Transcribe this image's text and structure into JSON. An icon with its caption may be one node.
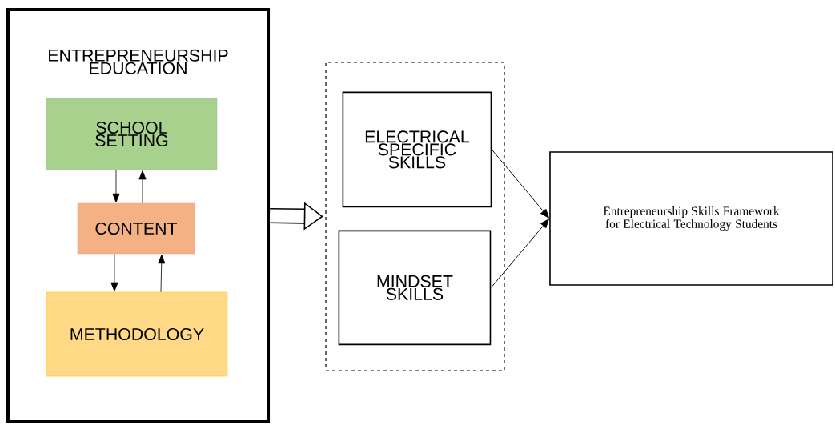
{
  "diagram": {
    "nodes": [
      {
        "text": [
          "ENTREPRENEURSHIP EDUCATION"
        ]
      },
      {
        "text": [
          "SCHOOL SETTING"
        ],
        "in": 0
      },
      {
        "text": [
          "CONTENT"
        ],
        "in": 0
      },
      {
        "text": [
          "METHODOLOGY"
        ],
        "in": 0
      },
      {
        "text": [],
        "shape": "box"
      },
      {
        "text": [
          "ELECTRICAL SPECIFIC SKILLS"
        ],
        "in": 4
      },
      {
        "text": [
          "MINDSET SKILLS"
        ],
        "in": 4
      },
      {
        "text": [
          "Entrepreneurship Skills Framework for Electrical Technology Students"
        ]
      }
    ],
    "edges": [
      {
        "from": 1,
        "to": 2,
        "arrow": "to"
      },
      {
        "from": 2,
        "to": 1,
        "arrow": "to"
      },
      {
        "from": 2,
        "to": 3,
        "arrow": "to"
      },
      {
        "from": 3,
        "to": 2,
        "arrow": "to"
      },
      {
        "from": 0,
        "to": 4,
        "arrow": "to",
        "style": "thick"
      },
      {
        "from": 5,
        "to": 7,
        "arrow": "to"
      },
      {
        "from": 6,
        "to": 7,
        "arrow": "to"
      }
    ]
  }
}
